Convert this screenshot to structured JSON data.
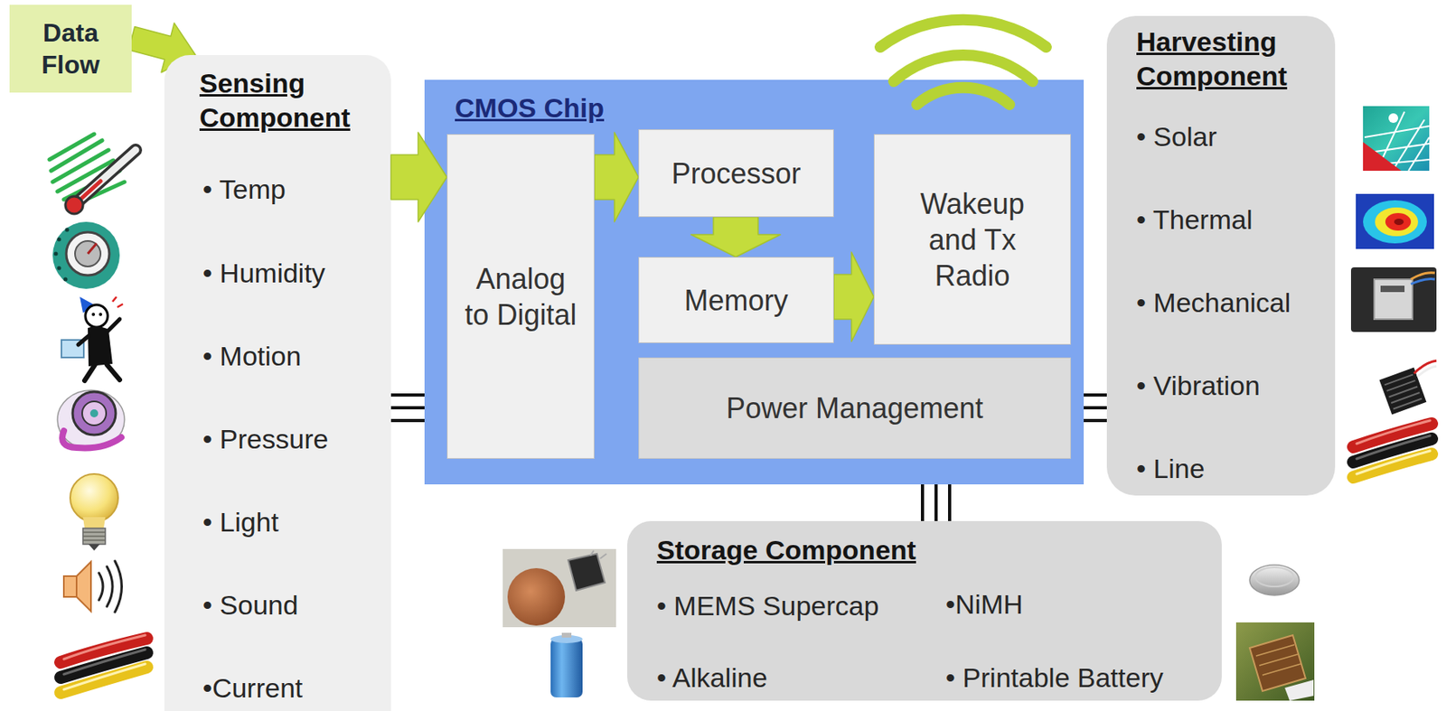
{
  "diagram": {
    "nodes": [
      {
        "text": [
          "Data Flow"
        ]
      },
      {
        "text": [
          "Sensing Component",
          "• Temp",
          "• Humidity",
          "• Motion",
          "• Pressure",
          "• Light",
          "• Sound",
          "•Current"
        ]
      },
      {
        "text": [
          "CMOS Chip"
        ]
      },
      {
        "text": [
          "Analog to Digital"
        ],
        "in": 2
      },
      {
        "text": [
          "Processor"
        ],
        "in": 2
      },
      {
        "text": [
          "Memory"
        ],
        "in": 2
      },
      {
        "text": [
          "Wakeup and Tx Radio"
        ],
        "in": 2
      },
      {
        "text": [
          "Power Management"
        ],
        "in": 2
      },
      {
        "text": [
          "Harvesting Component",
          "• Solar",
          "• Thermal",
          "• Mechanical",
          "• Vibration",
          "• Line"
        ]
      },
      {
        "text": [
          "Storage Component",
          "• MEMS Supercap",
          "•NiMH",
          "• Alkaline",
          "• Printable Battery"
        ]
      }
    ],
    "edges": [
      {
        "from": 0,
        "to": 1,
        "arrow": "to"
      },
      {
        "from": 1,
        "to": 3,
        "arrow": "to"
      },
      {
        "from": 3,
        "to": 4,
        "arrow": "to"
      },
      {
        "from": 4,
        "to": 5,
        "arrow": "to"
      },
      {
        "from": 5,
        "to": 6,
        "arrow": "to"
      },
      {
        "from": 1,
        "to": 2,
        "arrow": "none"
      },
      {
        "from": 2,
        "to": 8,
        "arrow": "none"
      },
      {
        "from": 2,
        "to": 9,
        "arrow": "none"
      }
    ]
  }
}
